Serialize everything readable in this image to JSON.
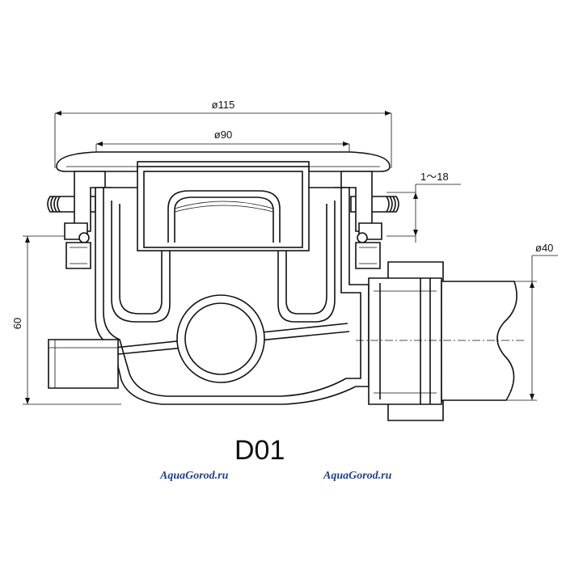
{
  "drawing": {
    "dimensions": {
      "top_width": "ø115",
      "inner_width": "ø90",
      "adjust_range": "1～18",
      "outlet_diameter": "ø40",
      "height": "60"
    },
    "model_label": "D01",
    "watermarks": [
      "AquaGorod.ru",
      "AquaGorod.ru"
    ],
    "colors": {
      "line": "#111111",
      "watermark": "#1f3f8f",
      "background": "#ffffff"
    }
  }
}
